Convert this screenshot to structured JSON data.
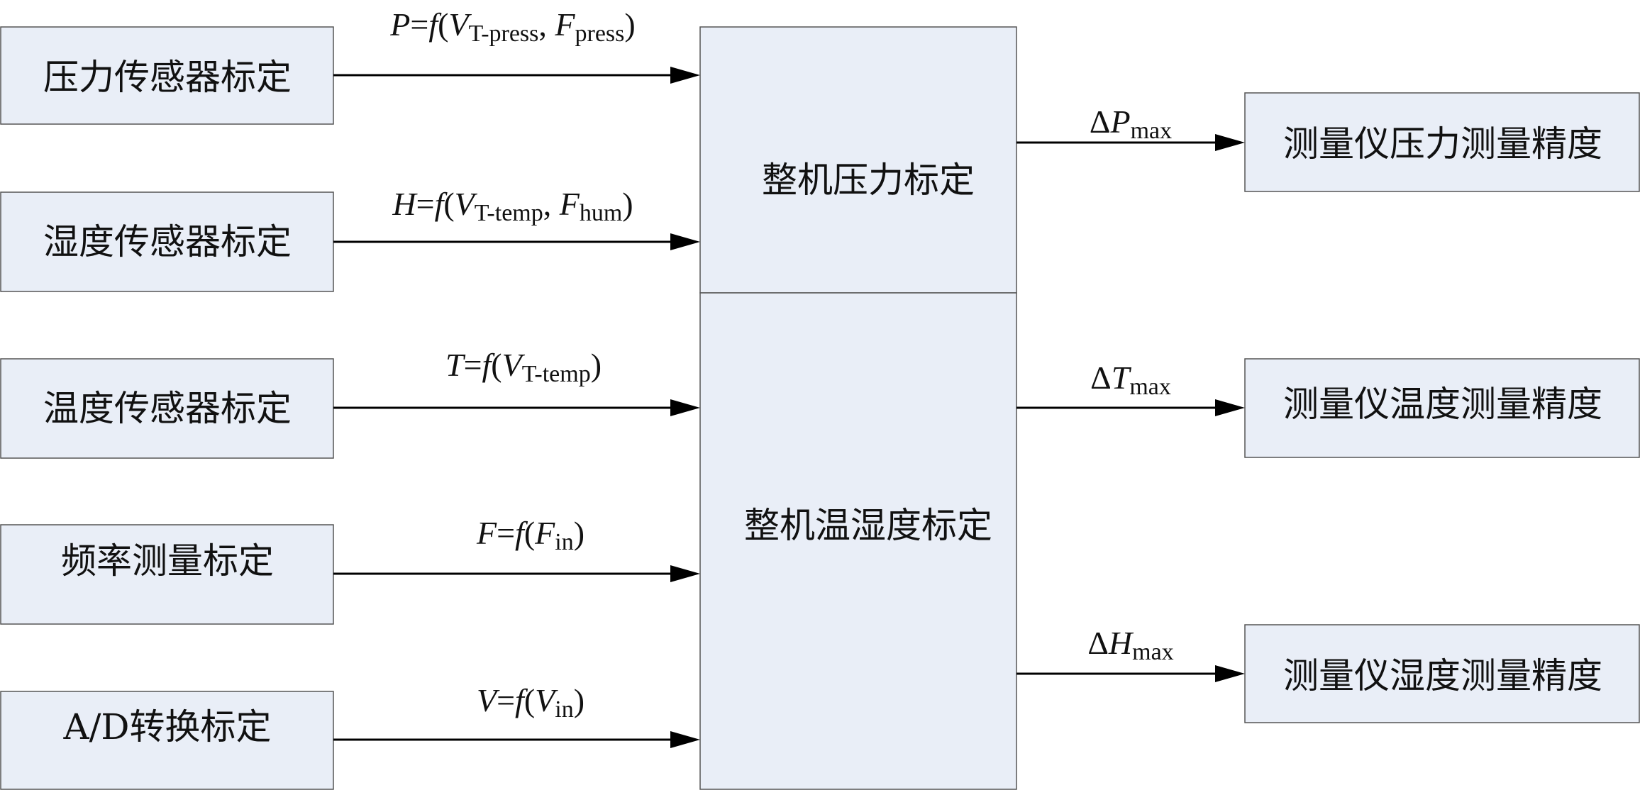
{
  "inputs": [
    {
      "label": "压力传感器标定"
    },
    {
      "label": "湿度传感器标定"
    },
    {
      "label": "温度传感器标定"
    },
    {
      "label": "频率测量标定"
    },
    {
      "label": "A/D转换标定"
    }
  ],
  "central": {
    "top": "整机压力标定",
    "bottom": "整机温湿度标定"
  },
  "outputs": [
    {
      "label": "测量仪压力测量精度"
    },
    {
      "label": "测量仪温度测量精度"
    },
    {
      "label": "测量仪湿度测量精度"
    }
  ],
  "equations": {
    "pressure": {
      "v": "P",
      "eq": "=",
      "f": "f",
      "open": "(",
      "a": "V",
      "a_sub": "T-press",
      "comma": ", ",
      "b": "F",
      "b_sub": "press",
      "close": ")"
    },
    "humidity": {
      "v": "H",
      "eq": "=",
      "f": "f",
      "open": "(",
      "a": "V",
      "a_sub": "T-temp",
      "comma": ", ",
      "b": "F",
      "b_sub": "hum",
      "close": ")"
    },
    "temperature": {
      "v": "T",
      "eq": "=",
      "f": "f",
      "open": "(",
      "a": "V",
      "a_sub": "T-temp",
      "close": ")"
    },
    "frequency": {
      "v": "F",
      "eq": "=",
      "f": "f",
      "open": "(",
      "a": "F",
      "a_sub": "in",
      "close": ")"
    },
    "voltage": {
      "v": "V",
      "eq": "=",
      "f": "f",
      "open": "(",
      "a": "V",
      "a_sub": "in",
      "close": ")"
    }
  },
  "deltas": {
    "pressure": {
      "delta": "Δ",
      "v": "P",
      "sub": "max"
    },
    "temperature": {
      "delta": "Δ",
      "v": "T",
      "sub": "max"
    },
    "humidity": {
      "delta": "Δ",
      "v": "H",
      "sub": "max"
    }
  },
  "colors": {
    "box_fill": "#e9eef7",
    "box_stroke": "#555555",
    "line": "#000000"
  }
}
